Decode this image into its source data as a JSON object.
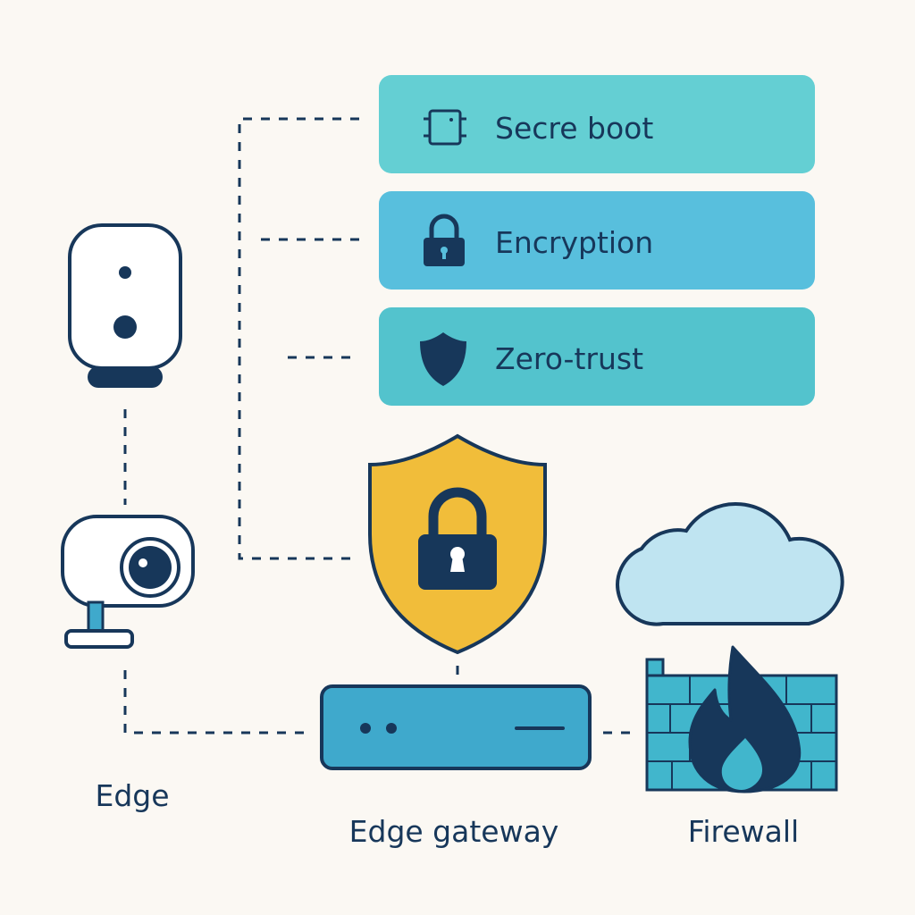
{
  "features": [
    {
      "label": "Secre boot",
      "icon": "chip-icon",
      "color": "#64cfd3"
    },
    {
      "label": "Encryption",
      "icon": "padlock-icon",
      "color": "#58bfdd"
    },
    {
      "label": "Zero-trust",
      "icon": "shield-icon",
      "color": "#53c3cd"
    }
  ],
  "nodes": {
    "edge": {
      "label": "Edge",
      "icons": [
        "smart-speaker-icon",
        "security-camera-icon"
      ]
    },
    "gateway": {
      "label": "Edge gateway",
      "icon": "gateway-device-icon"
    },
    "firewall": {
      "label": "Firewall",
      "icon": "firewall-icon"
    },
    "cloud": {
      "icon": "cloud-icon"
    },
    "security_shield": {
      "icon": "shield-lock-icon",
      "color": "#f1bd3a"
    }
  },
  "colors": {
    "ink": "#17375a",
    "background": "#fbf8f3",
    "gateway": "#3fa9cc",
    "firewall": "#41b6cc",
    "cloud": "#bfe4f1"
  }
}
